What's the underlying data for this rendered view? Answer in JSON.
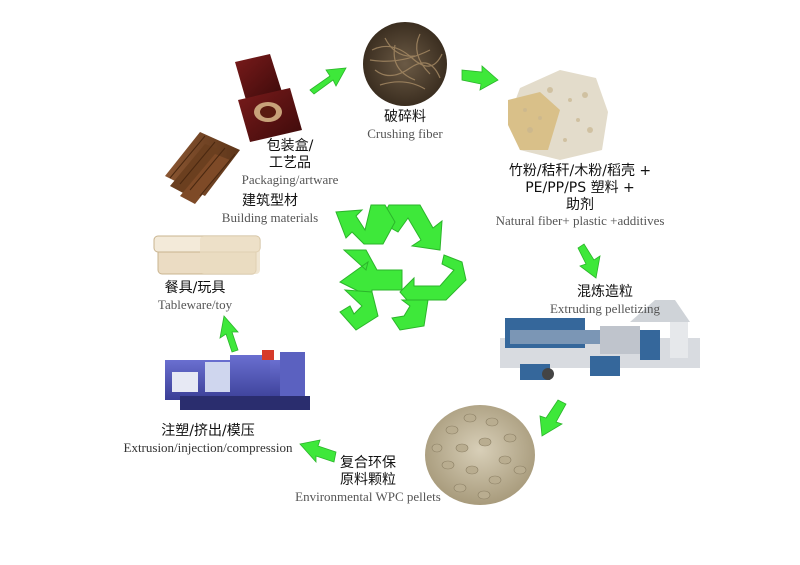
{
  "steps": {
    "crushing": {
      "zh": "破碎料",
      "en": "Crushing fiber"
    },
    "mixing": {
      "zh_line1": "竹粉/秸秆/木粉/稻壳 +",
      "zh_line2": "PE/PP/PS 塑料 +",
      "zh_line3": "助剂",
      "en": "Natural fiber+ plastic +additives"
    },
    "extruding": {
      "zh": "混炼造粒",
      "en": "Extruding pelletizing"
    },
    "pellets": {
      "zh_line1": "复合环保",
      "zh_line2": "原料颗粒",
      "en": "Environmental WPC pellets"
    },
    "molding": {
      "zh": "注塑/挤出/模压",
      "en": "Extrusion/injection/compression"
    },
    "tableware": {
      "zh": "餐具/玩具",
      "en": "Tableware/toy"
    },
    "building": {
      "zh": "建筑型材",
      "en": "Building materials"
    },
    "packaging": {
      "zh_line1": "包装盒/",
      "zh_line2": "工艺品",
      "en": "Packaging/artware"
    }
  },
  "colors": {
    "arrow": "#3ee83a",
    "arrow_edge": "#2bb52a",
    "recycle": "#3ee83a"
  },
  "icons": {
    "center": "recycle-icon",
    "crushing": "crushed-fiber-image",
    "mixing": "fiber-powder-image",
    "extruding": "extruder-machine-image",
    "pellets": "wpc-pellets-image",
    "molding": "injection-machine-image",
    "tableware": "tableware-box-image",
    "building": "decking-boards-image",
    "packaging": "gift-box-image"
  }
}
